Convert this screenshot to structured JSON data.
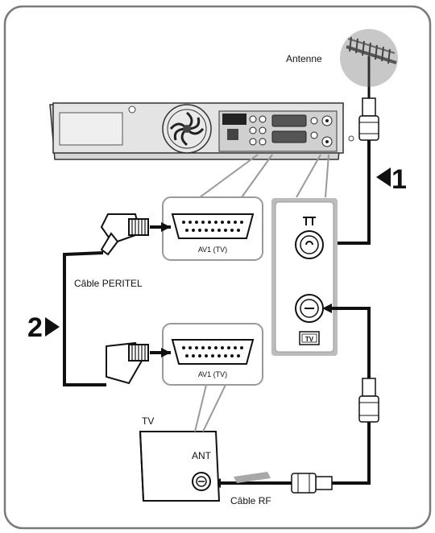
{
  "labels": {
    "antenna": "Antenne",
    "step1": "1",
    "step2": "2",
    "scart_cable": "Câble PERITEL",
    "rf_cable": "Câble RF",
    "tv": "TV",
    "ant": "ANT",
    "av1_top": "AV1 (TV)",
    "av1_bottom": "AV1 (TV)",
    "tv_jack_badge": "TV"
  },
  "colors": {
    "frame": "#7a7a7a",
    "cable": "#111111",
    "panel": "#bcbcbc",
    "callout_border": "#9a9a9a",
    "device_body": "#d9d9d9"
  }
}
